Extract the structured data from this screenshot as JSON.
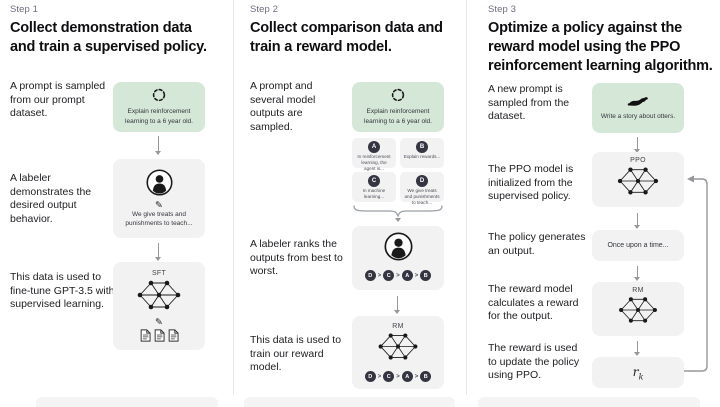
{
  "colors": {
    "prompt_green": "#d5e8d8",
    "card_gray": "#f2f2f3",
    "node_dark": "#343541",
    "step_label_gray": "#6e6e80",
    "arrow_gray": "#97979b"
  },
  "icons": {
    "sample": "dashed-circle",
    "labeler": "person-in-circle",
    "model": "neural-network",
    "pen": "✎",
    "documents": "three-document-sheets",
    "otter": "otter-silhouette"
  },
  "step1": {
    "label": "Step 1",
    "heading": "Collect demonstration data and train a supervised policy.",
    "text1": "A prompt is sampled from our prompt dataset.",
    "prompt_box": "Explain reinforcement learning to a 6 year old.",
    "text2": "A labeler demonstrates the desired output behavior.",
    "labeler_box": "We give treats and punishments to teach...",
    "text3": "This data is used to fine-tune GPT-3.5 with supervised learning.",
    "sft_label": "SFT"
  },
  "step2": {
    "label": "Step 2",
    "heading": "Collect comparison data and train a reward model.",
    "text1": "A prompt and several model outputs are sampled.",
    "prompt_box": "Explain reinforcement learning to a 6 year old.",
    "outputs": [
      {
        "letter": "A",
        "text": "In reinforcement learning, the agent is..."
      },
      {
        "letter": "B",
        "text": "Explain rewards..."
      },
      {
        "letter": "C",
        "text": "In machine learning..."
      },
      {
        "letter": "D",
        "text": "We give treats and punishments to teach..."
      }
    ],
    "text2": "A labeler ranks the outputs from best to worst.",
    "ranking": [
      "D",
      "C",
      "A",
      "B"
    ],
    "rank_sep": ">",
    "text3": "This data is used to train our reward model.",
    "rm_label": "RM"
  },
  "step3": {
    "label": "Step 3",
    "heading": "Optimize a policy against the reward model using the PPO reinforcement learning algorithm.",
    "text1": "A new prompt is sampled from the dataset.",
    "prompt_box": "Write a story about otters.",
    "text2": "The PPO model is initialized from the supervised policy.",
    "ppo_label": "PPO",
    "text3": "The policy generates an output.",
    "output_box": "Once upon a time...",
    "text4": "The reward model calculates a reward for the output.",
    "rm_label": "RM",
    "text5": "The reward is used to update the policy using PPO.",
    "reward_base": "r",
    "reward_sub": "k"
  }
}
